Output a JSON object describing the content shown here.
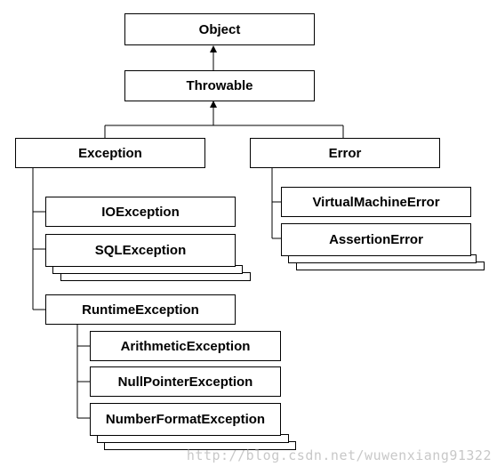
{
  "nodes": {
    "object": "Object",
    "throwable": "Throwable",
    "exception": "Exception",
    "error": "Error",
    "io_exception": "IOException",
    "sql_exception": "SQLException",
    "runtime_exception": "RuntimeException",
    "arithmetic_exception": "ArithmeticException",
    "null_pointer_exception": "NullPointerException",
    "number_format_exception": "NumberFormatException",
    "virtual_machine_error": "VirtualMachineError",
    "assertion_error": "AssertionError"
  },
  "watermark": "http://blog.csdn.net/wuwenxiang91322",
  "colors": {
    "line": "#000000",
    "box_fill": "#ffffff",
    "watermark": "#c8c8c8"
  }
}
